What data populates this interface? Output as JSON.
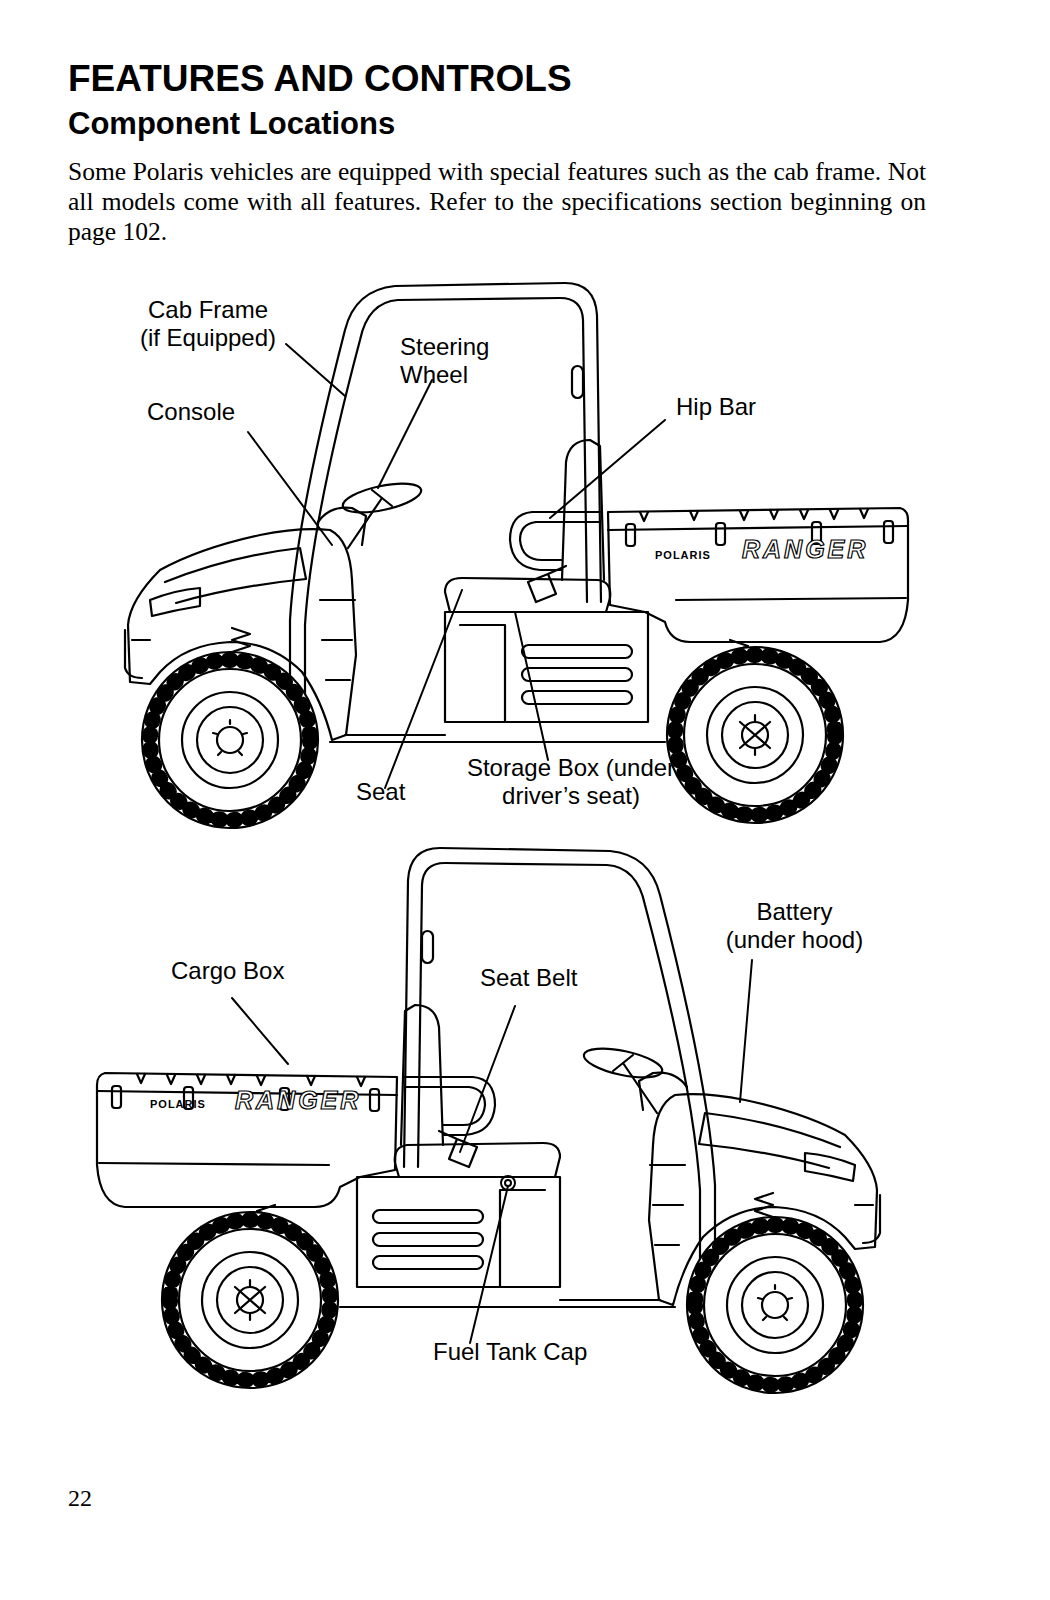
{
  "diagram": {
    "title": "FEATURES AND CONTROLS",
    "labels": [
      "Component Locations",
      "Some Polaris vehicles are equipped with special features such as the cab frame. Not all models come with all features. Refer to the specifications section beginning on page 102.",
      "Cab Frame (if Equipped)",
      "Steering Wheel",
      "Console",
      "Hip Bar",
      "POLARIS",
      "RANGER",
      "Seat",
      "Storage Box (under driver’s seat)",
      "Battery (under hood)",
      "Cargo Box",
      "Seat Belt",
      "POLARIS",
      "RANGER",
      "Fuel Tank Cap",
      "22"
    ]
  }
}
